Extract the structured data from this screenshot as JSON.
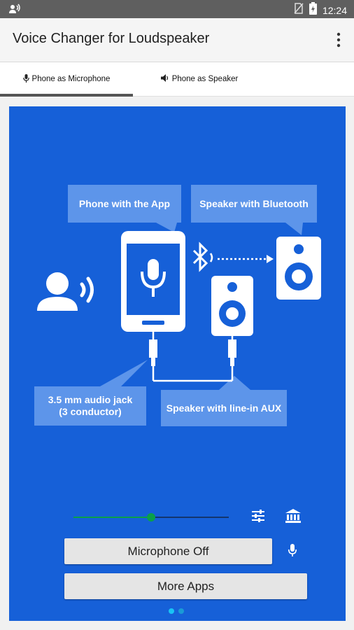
{
  "status_bar": {
    "time": "12:24"
  },
  "app_bar": {
    "title": "Voice Changer for Loudspeaker"
  },
  "tabs": [
    {
      "label": "Phone as Microphone",
      "selected": true
    },
    {
      "label": "Phone as Speaker",
      "selected": false
    }
  ],
  "diagram": {
    "labels": {
      "phone_with_app": "Phone with the App",
      "speaker_bluetooth": "Speaker with Bluetooth",
      "audio_jack_line1": "3.5 mm audio jack",
      "audio_jack_line2": "(3 conductor)",
      "speaker_aux": "Speaker with line-in AUX"
    }
  },
  "controls": {
    "volume_level_percent": 50,
    "microphone_button_label": "Microphone Off",
    "more_apps_button_label": "More Apps",
    "page_indicator": {
      "count": 2,
      "active_index": 0
    }
  },
  "colors": {
    "panel_blue": "#1660d8",
    "bubble_blue": "#5d95ea",
    "slider_green": "#0aa04a",
    "dot_active": "#19c3f5",
    "dot_inactive": "#1a9ad6"
  }
}
